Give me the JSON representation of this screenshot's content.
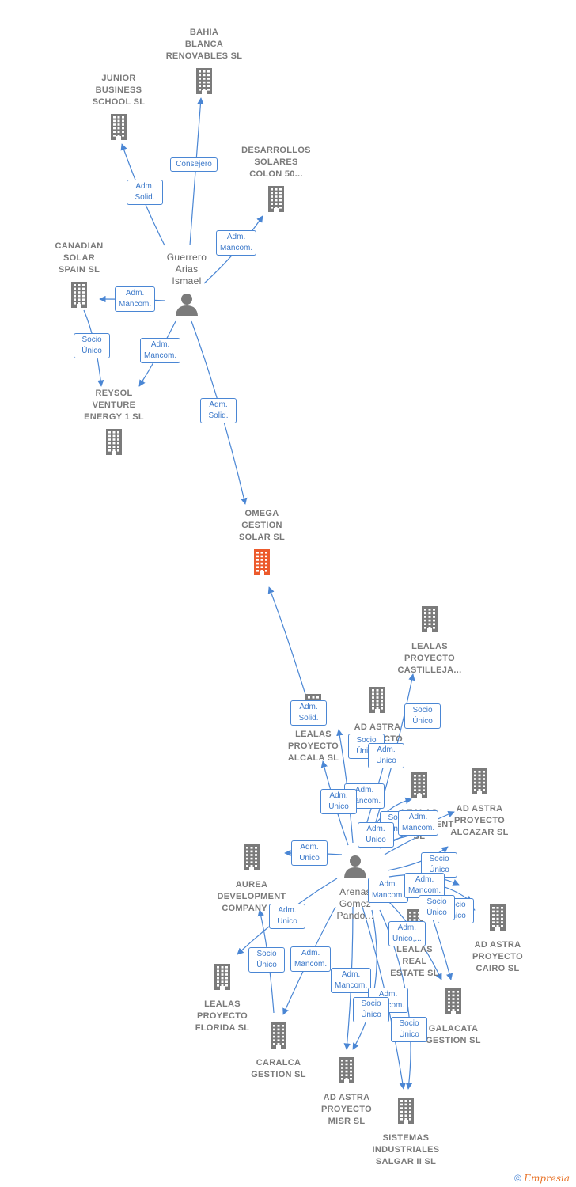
{
  "colors": {
    "edge": "#4a86d4",
    "building": "#7b7b7b",
    "focus": "#ec5a2c",
    "person": "#7b7b7b"
  },
  "nodes": [
    {
      "id": "bahia",
      "label": "BAHIA\nBLANCA\nRENOVABLES SL",
      "icon": "building-icon"
    },
    {
      "id": "junior",
      "label": "JUNIOR\nBUSINESS\nSCHOOL  SL",
      "icon": "building-icon"
    },
    {
      "id": "desarrollos",
      "label": "DESARROLLOS\nSOLARES\nCOLON 50...",
      "icon": "building-icon"
    },
    {
      "id": "canadian",
      "label": "CANADIAN\nSOLAR\nSPAIN  SL",
      "icon": "building-icon"
    },
    {
      "id": "guerrero",
      "label": "Guerrero\nArias\nIsmael",
      "icon": "person-icon"
    },
    {
      "id": "reysol",
      "label": "REYSOL\nVENTURE\nENERGY 1  SL",
      "icon": "building-icon"
    },
    {
      "id": "omega",
      "label": "OMEGA\nGESTION\nSOLAR  SL",
      "icon": "building-icon"
    },
    {
      "id": "castilleja",
      "label": "LEALAS\nPROYECTO\nCASTILLEJA...",
      "icon": "building-icon"
    },
    {
      "id": "astra1",
      "label": "AD ASTRA\nPROYECTO",
      "icon": "building-icon"
    },
    {
      "id": "alcala",
      "label": "LEALAS\nPROYECTO\nALCALA  SL",
      "icon": "building-icon"
    },
    {
      "id": "lealasdev",
      "label": "LEALAS\nDEVELOPMENT\nSL",
      "icon": "building-icon"
    },
    {
      "id": "alcazar",
      "label": "AD ASTRA\nPROYECTO\nALCAZAR  SL",
      "icon": "building-icon"
    },
    {
      "id": "aurea",
      "label": "AUREA\nDEVELOPMENT\nCOMPANY  SL",
      "icon": "building-icon"
    },
    {
      "id": "arenas",
      "label": "Arenas\nGomez\nPando...",
      "icon": "person-icon"
    },
    {
      "id": "cairo",
      "label": "AD ASTRA\nPROYECTO\nCAIRO  SL",
      "icon": "building-icon"
    },
    {
      "id": "realestate",
      "label": "LEALAS\nREAL\nESTATE  SL",
      "icon": "building-icon"
    },
    {
      "id": "florida",
      "label": "LEALAS\nPROYECTO\nFLORIDA  SL",
      "icon": "building-icon"
    },
    {
      "id": "galacata",
      "label": "GALACATA\nGESTION  SL",
      "icon": "building-icon"
    },
    {
      "id": "caralca",
      "label": "CARALCA\nGESTION  SL",
      "icon": "building-icon"
    },
    {
      "id": "misr",
      "label": "AD ASTRA\nPROYECTO\nMISR  SL",
      "icon": "building-icon"
    },
    {
      "id": "sistemas",
      "label": "SISTEMAS\nINDUSTRIALES\nSALGAR II  SL",
      "icon": "building-icon"
    }
  ],
  "edges": [
    {
      "label": "Consejero"
    },
    {
      "label": "Adm.\nSolid."
    },
    {
      "label": "Adm.\nMancom."
    },
    {
      "label": "Adm.\nMancom."
    },
    {
      "label": "Adm.\nMancom."
    },
    {
      "label": "Socio\nÚnico"
    },
    {
      "label": "Adm.\nSolid."
    },
    {
      "label": "Adm.\nSolid."
    },
    {
      "label": "Socio\nÚnico"
    },
    {
      "label": "Socio\nÚnico"
    },
    {
      "label": "Adm.\nUnico"
    },
    {
      "label": "Adm.\nMancom."
    },
    {
      "label": "Adm.\nUnico"
    },
    {
      "label": "Socio\nÚnico"
    },
    {
      "label": "Adm.\nUnico"
    },
    {
      "label": "Adm.\nMancom."
    },
    {
      "label": "Adm.\nUnico"
    },
    {
      "label": "Socio\nÚnico"
    },
    {
      "label": "Adm.\nMancom."
    },
    {
      "label": "Adm.\nMancom."
    },
    {
      "label": "Socio\nÚnico"
    },
    {
      "label": "Socio\nÚnico"
    },
    {
      "label": "Adm.\nUnico"
    },
    {
      "label": "Adm.\nUnico,..."
    },
    {
      "label": "Socio\nÚnico"
    },
    {
      "label": "Adm.\nMancom."
    },
    {
      "label": "Adm.\nMancom."
    },
    {
      "label": "Adm.\nMancom."
    },
    {
      "label": "Socio\nÚnico"
    },
    {
      "label": "Socio\nÚnico"
    }
  ],
  "footer": {
    "copyright": "©",
    "brand": "Empresia"
  }
}
